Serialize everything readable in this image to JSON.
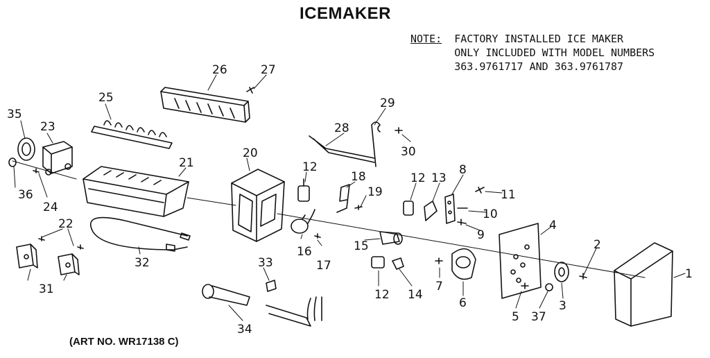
{
  "title": "ICEMAKER",
  "note": {
    "label": "NOTE:",
    "line1": "FACTORY INSTALLED ICE MAKER",
    "line2": "ONLY INCLUDED WITH MODEL NUMBERS",
    "line3": "363.9761717 AND 363.9761787"
  },
  "art_number": "(ART NO. WR17138 C)",
  "callouts": {
    "c1": "1",
    "c2": "2",
    "c3": "3",
    "c4": "4",
    "c5": "5",
    "c6": "6",
    "c7": "7",
    "c8": "8",
    "c9": "9",
    "c10": "10",
    "c11": "11",
    "c12a": "12",
    "c12b": "12",
    "c12c": "12",
    "c13": "13",
    "c14": "14",
    "c15": "15",
    "c16": "16",
    "c17": "17",
    "c18": "18",
    "c19": "19",
    "c20": "20",
    "c21": "21",
    "c22": "22",
    "c23": "23",
    "c24": "24",
    "c25": "25",
    "c26": "26",
    "c27": "27",
    "c28": "28",
    "c29": "29",
    "c30": "30",
    "c31": "31",
    "c32": "32",
    "c33": "33",
    "c34": "34",
    "c35": "35",
    "c36": "36",
    "c37": "37"
  }
}
